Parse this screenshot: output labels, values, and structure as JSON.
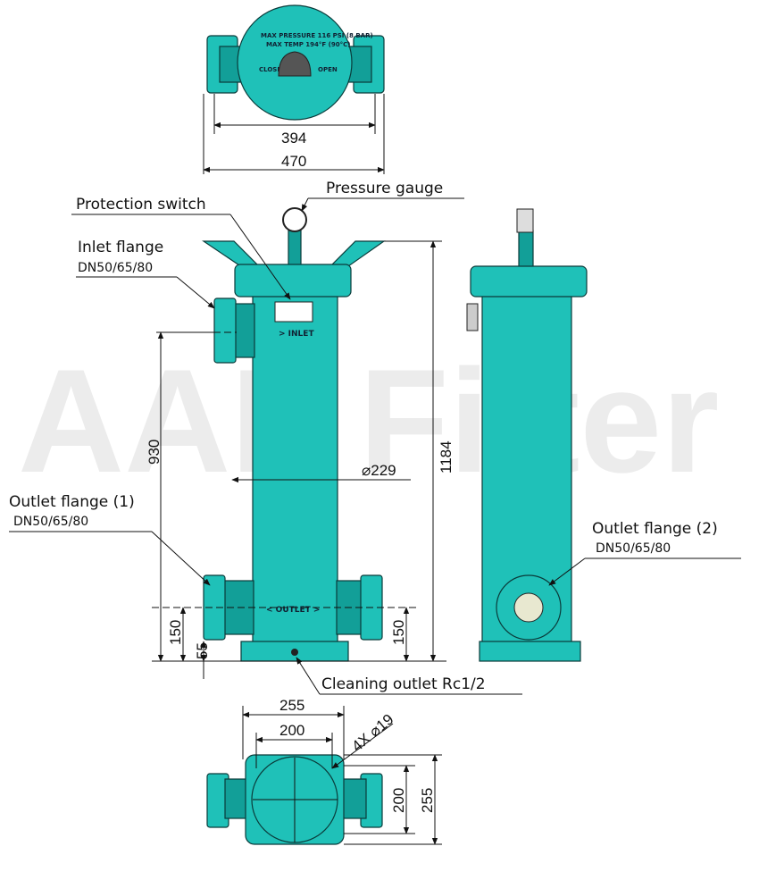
{
  "watermark": "AAL Filter",
  "colors": {
    "body": "#1fc1b8",
    "shade": "#129f98",
    "outline": "#0a3b3a"
  },
  "top_view": {
    "cap_text_line1": "MAX PRESSURE   116 PSI (8 BAR)",
    "cap_text_line2": "MAX TEMP   194°F (90°C)",
    "close_label": "CLOSE",
    "open_label": "OPEN",
    "dim_inner": "394",
    "dim_outer": "470"
  },
  "front_view": {
    "inlet_marking": "> INLET",
    "outlet_marking": "< OUTLET >",
    "dim_height_inlet": "930",
    "dim_total_height": "1184",
    "dim_diameter": "⌀229",
    "dim_outlet_left": "150",
    "dim_base": "55",
    "dim_outlet_right": "150"
  },
  "bottom_view": {
    "dim_outer_width": "255",
    "dim_bolt_width": "200",
    "dim_holes": "4X ⌀19",
    "dim_bolt_height": "200",
    "dim_outer_height": "255"
  },
  "callouts": {
    "pressure_gauge": "Pressure gauge",
    "protection_switch": "Protection switch",
    "inlet_flange": "Inlet flange",
    "inlet_flange_size": "DN50/65/80",
    "outlet_flange_1": "Outlet flange (1)",
    "outlet_flange_1_size": "DN50/65/80",
    "outlet_flange_2": "Outlet flange (2)",
    "outlet_flange_2_size": "DN50/65/80",
    "cleaning_outlet": "Cleaning outlet Rc1/2"
  }
}
